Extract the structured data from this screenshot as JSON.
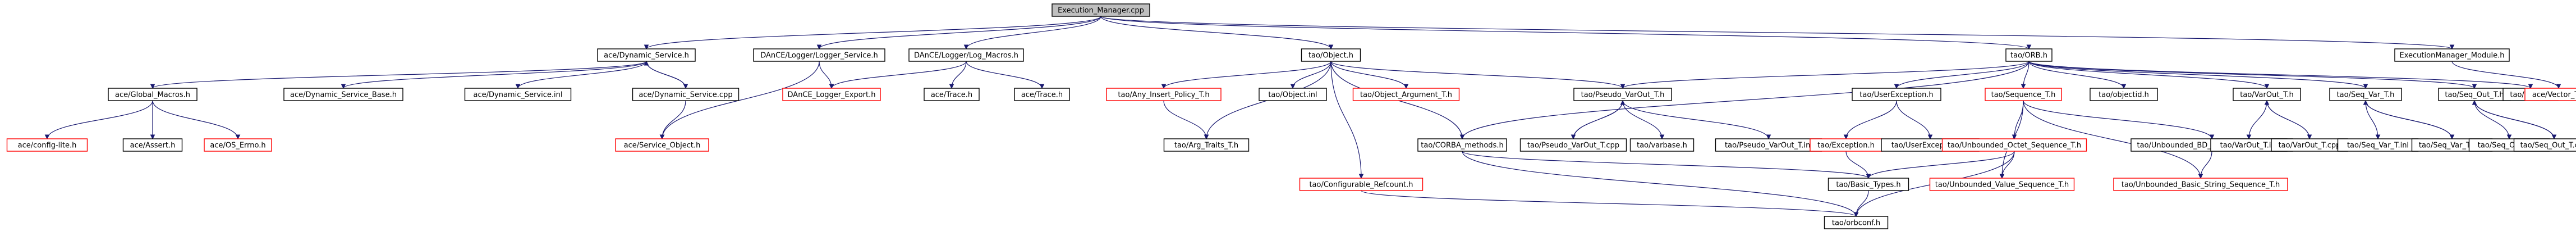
{
  "diagram": {
    "colors": {
      "root_fill": "#bfbfbf",
      "normal_fill": "#ffffff",
      "normal_border": "#000000",
      "missing_text": "#ff0000",
      "missing_border": "#ff0000",
      "edge": "#191970"
    },
    "nodes": [
      {
        "id": "em_cpp",
        "label": "Execution_Manager.cpp",
        "kind": "root",
        "interactable": false
      },
      {
        "id": "dyn_service_h",
        "label": "ace/Dynamic_Service.h",
        "kind": "normal",
        "interactable": true
      },
      {
        "id": "logger_service_h",
        "label": "DAnCE/Logger/Logger_Service.h",
        "kind": "normal",
        "interactable": true
      },
      {
        "id": "log_macros_h",
        "label": "DAnCE/Logger/Log_Macros.h",
        "kind": "normal",
        "interactable": true
      },
      {
        "id": "tao_object_h",
        "label": "tao/Object.h",
        "kind": "normal",
        "interactable": true
      },
      {
        "id": "tao_orb_h",
        "label": "tao/ORB.h",
        "kind": "normal",
        "interactable": true
      },
      {
        "id": "em_module_h",
        "label": "ExecutionManager_Module.h",
        "kind": "normal",
        "interactable": true
      },
      {
        "id": "global_macros_h",
        "label": "ace/Global_Macros.h",
        "kind": "normal",
        "interactable": true
      },
      {
        "id": "dyn_service_base_h",
        "label": "ace/Dynamic_Service_Base.h",
        "kind": "normal",
        "interactable": true
      },
      {
        "id": "dyn_service_inl",
        "label": "ace/Dynamic_Service.inl",
        "kind": "normal",
        "interactable": true
      },
      {
        "id": "dyn_service_cpp",
        "label": "ace/Dynamic_Service.cpp",
        "kind": "normal",
        "interactable": true
      },
      {
        "id": "dance_logger_export_h",
        "label": "DAnCE_Logger_Export.h",
        "kind": "missing",
        "interactable": false
      },
      {
        "id": "ace_trace_h1",
        "label": "ace/Trace.h",
        "kind": "normal",
        "interactable": true
      },
      {
        "id": "ace_trace_h2",
        "label": "ace/Trace.h",
        "kind": "normal",
        "interactable": true
      },
      {
        "id": "any_insert_policy_h",
        "label": "tao/Any_Insert_Policy_T.h",
        "kind": "missing",
        "interactable": false
      },
      {
        "id": "object_inl",
        "label": "tao/Object.inl",
        "kind": "normal",
        "interactable": true
      },
      {
        "id": "object_argument_h",
        "label": "tao/Object_Argument_T.h",
        "kind": "missing",
        "interactable": false
      },
      {
        "id": "pseudo_varout_h",
        "label": "tao/Pseudo_VarOut_T.h",
        "kind": "normal",
        "interactable": true
      },
      {
        "id": "user_exception_h",
        "label": "tao/UserException.h",
        "kind": "normal",
        "interactable": true
      },
      {
        "id": "sequence_t_h",
        "label": "tao/Sequence_T.h",
        "kind": "missing",
        "interactable": false
      },
      {
        "id": "objectid_h",
        "label": "tao/objectid.h",
        "kind": "normal",
        "interactable": true
      },
      {
        "id": "varout_t_h",
        "label": "tao/VarOut_T.h",
        "kind": "normal",
        "interactable": true
      },
      {
        "id": "seq_var_t_h",
        "label": "tao/Seq_Var_T.h",
        "kind": "normal",
        "interactable": true
      },
      {
        "id": "seq_out_t_h",
        "label": "tao/Seq_Out_T.h",
        "kind": "normal",
        "interactable": true
      },
      {
        "id": "orb_inl",
        "label": "tao/ORB.inl",
        "kind": "normal",
        "interactable": true
      },
      {
        "id": "ace_vector_t_h",
        "label": "ace/Vector_T.h",
        "kind": "missing",
        "interactable": false
      },
      {
        "id": "ace_config_lite_h",
        "label": "ace/config-lite.h",
        "kind": "missing",
        "interactable": false
      },
      {
        "id": "ace_assert_h",
        "label": "ace/Assert.h",
        "kind": "normal",
        "interactable": true
      },
      {
        "id": "ace_os_errno_h",
        "label": "ace/OS_Errno.h",
        "kind": "missing",
        "interactable": false
      },
      {
        "id": "ace_service_object_h",
        "label": "ace/Service_Object.h",
        "kind": "missing",
        "interactable": false
      },
      {
        "id": "arg_traits_h",
        "label": "tao/Arg_Traits_T.h",
        "kind": "normal",
        "interactable": true
      },
      {
        "id": "configurable_refcount_h",
        "label": "tao/Configurable_Refcount.h",
        "kind": "missing",
        "interactable": false
      },
      {
        "id": "corba_methods_h",
        "label": "tao/CORBA_methods.h",
        "kind": "normal",
        "interactable": true
      },
      {
        "id": "pseudo_varout_cpp",
        "label": "tao/Pseudo_VarOut_T.cpp",
        "kind": "normal",
        "interactable": true
      },
      {
        "id": "varbase_h",
        "label": "tao/varbase.h",
        "kind": "normal",
        "interactable": true
      },
      {
        "id": "pseudo_varout_inl",
        "label": "tao/Pseudo_VarOut_T.inl",
        "kind": "normal",
        "interactable": true
      },
      {
        "id": "tao_exception_h",
        "label": "tao/Exception.h",
        "kind": "missing",
        "interactable": false
      },
      {
        "id": "user_exception_inl",
        "label": "tao/UserException.inl",
        "kind": "normal",
        "interactable": true
      },
      {
        "id": "unbounded_octet_seq_h",
        "label": "tao/Unbounded_Octet_Sequence_T.h",
        "kind": "missing",
        "interactable": false
      },
      {
        "id": "unbounded_bd_string_seq_h",
        "label": "tao/Unbounded_BD_String_Sequence_T.h",
        "kind": "normal",
        "interactable": true
      },
      {
        "id": "varout_t_inl",
        "label": "tao/VarOut_T.inl",
        "kind": "normal",
        "interactable": true
      },
      {
        "id": "varout_t_cpp",
        "label": "tao/VarOut_T.cpp",
        "kind": "normal",
        "interactable": true
      },
      {
        "id": "seq_var_t_inl",
        "label": "tao/Seq_Var_T.inl",
        "kind": "normal",
        "interactable": true
      },
      {
        "id": "seq_var_t_cpp",
        "label": "tao/Seq_Var_T.cpp",
        "kind": "normal",
        "interactable": true
      },
      {
        "id": "seq_out_t_inl",
        "label": "tao/Seq_Out_T.inl",
        "kind": "normal",
        "interactable": true
      },
      {
        "id": "seq_out_t_cpp",
        "label": "tao/Seq_Out_T.cpp",
        "kind": "normal",
        "interactable": true
      },
      {
        "id": "basic_types_h",
        "label": "tao/Basic_Types.h",
        "kind": "normal",
        "interactable": true
      },
      {
        "id": "unbounded_value_seq_h",
        "label": "tao/Unbounded_Value_Sequence_T.h",
        "kind": "missing",
        "interactable": false
      },
      {
        "id": "unbounded_basic_string_seq_h",
        "label": "tao/Unbounded_Basic_String_Sequence_T.h",
        "kind": "missing",
        "interactable": false
      },
      {
        "id": "orbconf_h",
        "label": "tao/orbconf.h",
        "kind": "normal",
        "interactable": true
      }
    ],
    "edges": [
      [
        "em_cpp",
        "dyn_service_h"
      ],
      [
        "em_cpp",
        "logger_service_h"
      ],
      [
        "em_cpp",
        "log_macros_h"
      ],
      [
        "em_cpp",
        "tao_object_h"
      ],
      [
        "em_cpp",
        "tao_orb_h"
      ],
      [
        "em_cpp",
        "em_module_h"
      ],
      [
        "dyn_service_h",
        "global_macros_h"
      ],
      [
        "dyn_service_h",
        "dyn_service_base_h"
      ],
      [
        "dyn_service_h",
        "dyn_service_inl"
      ],
      [
        "dyn_service_h",
        "dyn_service_cpp"
      ],
      [
        "dyn_service_cpp",
        "dyn_service_h"
      ],
      [
        "dyn_service_cpp",
        "ace_service_object_h"
      ],
      [
        "global_macros_h",
        "ace_config_lite_h"
      ],
      [
        "global_macros_h",
        "ace_assert_h"
      ],
      [
        "global_macros_h",
        "ace_os_errno_h"
      ],
      [
        "logger_service_h",
        "dance_logger_export_h"
      ],
      [
        "logger_service_h",
        "ace_service_object_h"
      ],
      [
        "log_macros_h",
        "dance_logger_export_h"
      ],
      [
        "log_macros_h",
        "ace_trace_h1"
      ],
      [
        "log_macros_h",
        "ace_trace_h2"
      ],
      [
        "tao_object_h",
        "any_insert_policy_h"
      ],
      [
        "tao_object_h",
        "object_inl"
      ],
      [
        "tao_object_h",
        "object_argument_h"
      ],
      [
        "tao_object_h",
        "pseudo_varout_h"
      ],
      [
        "tao_object_h",
        "arg_traits_h"
      ],
      [
        "tao_object_h",
        "configurable_refcount_h"
      ],
      [
        "tao_object_h",
        "corba_methods_h"
      ],
      [
        "any_insert_policy_h",
        "arg_traits_h"
      ],
      [
        "pseudo_varout_h",
        "pseudo_varout_cpp"
      ],
      [
        "pseudo_varout_h",
        "varbase_h"
      ],
      [
        "pseudo_varout_h",
        "pseudo_varout_inl"
      ],
      [
        "pseudo_varout_cpp",
        "pseudo_varout_h"
      ],
      [
        "tao_orb_h",
        "pseudo_varout_h"
      ],
      [
        "tao_orb_h",
        "user_exception_h"
      ],
      [
        "tao_orb_h",
        "sequence_t_h"
      ],
      [
        "tao_orb_h",
        "objectid_h"
      ],
      [
        "tao_orb_h",
        "varout_t_h"
      ],
      [
        "tao_orb_h",
        "seq_var_t_h"
      ],
      [
        "tao_orb_h",
        "seq_out_t_h"
      ],
      [
        "tao_orb_h",
        "orb_inl"
      ],
      [
        "tao_orb_h",
        "corba_methods_h"
      ],
      [
        "user_exception_h",
        "tao_exception_h"
      ],
      [
        "user_exception_h",
        "user_exception_inl"
      ],
      [
        "tao_exception_h",
        "basic_types_h"
      ],
      [
        "sequence_t_h",
        "unbounded_octet_seq_h"
      ],
      [
        "sequence_t_h",
        "unbounded_bd_string_seq_h"
      ],
      [
        "sequence_t_h",
        "unbounded_value_seq_h"
      ],
      [
        "sequence_t_h",
        "unbounded_basic_string_seq_h"
      ],
      [
        "unbounded_octet_seq_h",
        "unbounded_value_seq_h"
      ],
      [
        "unbounded_octet_seq_h",
        "basic_types_h"
      ],
      [
        "unbounded_octet_seq_h",
        "orbconf_h"
      ],
      [
        "unbounded_bd_string_seq_h",
        "unbounded_basic_string_seq_h"
      ],
      [
        "varout_t_h",
        "varout_t_inl"
      ],
      [
        "varout_t_h",
        "varout_t_cpp"
      ],
      [
        "varout_t_cpp",
        "varout_t_h"
      ],
      [
        "seq_var_t_h",
        "seq_var_t_inl"
      ],
      [
        "seq_var_t_h",
        "seq_var_t_cpp"
      ],
      [
        "seq_var_t_cpp",
        "seq_var_t_h"
      ],
      [
        "seq_out_t_h",
        "seq_out_t_inl"
      ],
      [
        "seq_out_t_h",
        "seq_out_t_cpp"
      ],
      [
        "seq_out_t_cpp",
        "seq_out_t_h"
      ],
      [
        "corba_methods_h",
        "basic_types_h"
      ],
      [
        "corba_methods_h",
        "orbconf_h"
      ],
      [
        "basic_types_h",
        "orbconf_h"
      ],
      [
        "configurable_refcount_h",
        "orbconf_h"
      ],
      [
        "em_module_h",
        "ace_vector_t_h"
      ]
    ]
  }
}
